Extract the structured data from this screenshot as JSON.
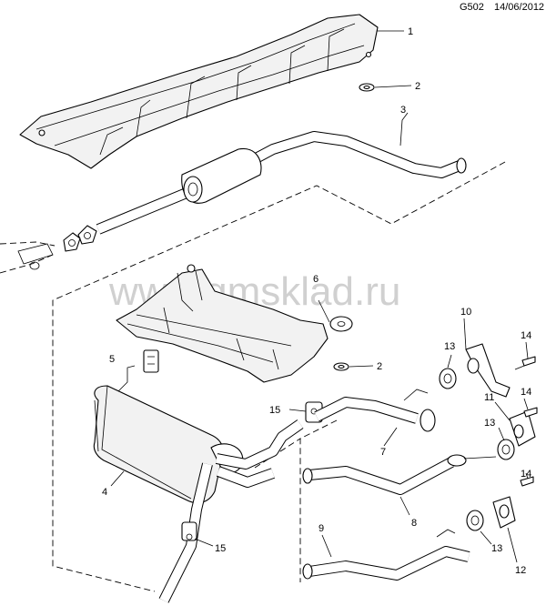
{
  "header": {
    "code": "G502",
    "date": "14/06/2012"
  },
  "watermark": "www.gmsklad.ru",
  "callouts": [
    {
      "id": "c1",
      "label": "1"
    },
    {
      "id": "c2a",
      "label": "2"
    },
    {
      "id": "c3",
      "label": "3"
    },
    {
      "id": "c6",
      "label": "6"
    },
    {
      "id": "c5",
      "label": "5"
    },
    {
      "id": "c2b",
      "label": "2"
    },
    {
      "id": "c10",
      "label": "10"
    },
    {
      "id": "c13a",
      "label": "13"
    },
    {
      "id": "c14a",
      "label": "14"
    },
    {
      "id": "c11",
      "label": "11"
    },
    {
      "id": "c14b",
      "label": "14"
    },
    {
      "id": "c13b",
      "label": "13"
    },
    {
      "id": "c15a",
      "label": "15"
    },
    {
      "id": "c7",
      "label": "7"
    },
    {
      "id": "c4",
      "label": "4"
    },
    {
      "id": "c14c",
      "label": "14"
    },
    {
      "id": "c8",
      "label": "8"
    },
    {
      "id": "c9",
      "label": "9"
    },
    {
      "id": "c15b",
      "label": "15"
    },
    {
      "id": "c13c",
      "label": "13"
    },
    {
      "id": "c12",
      "label": "12"
    }
  ]
}
